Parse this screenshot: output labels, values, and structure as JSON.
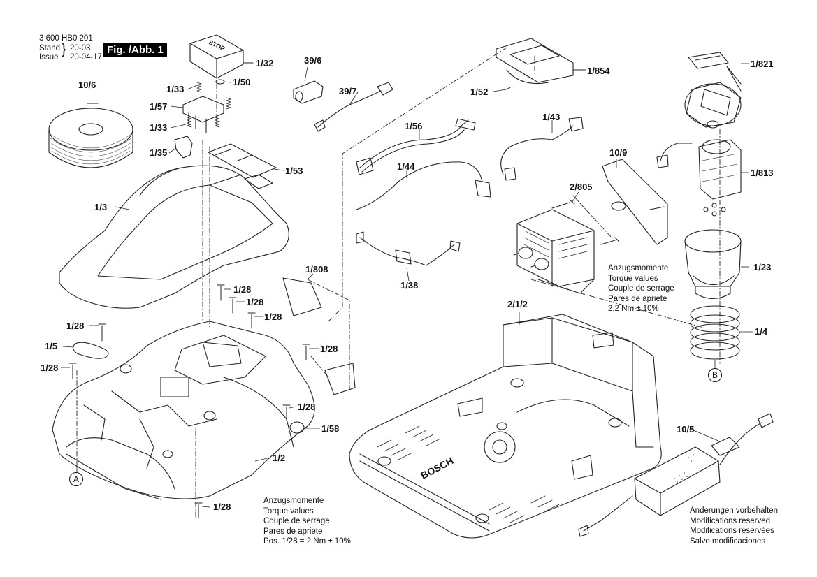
{
  "header": {
    "doc_number": "3 600 HB0 201",
    "stand_label": "Stand",
    "issue_label": "Issue",
    "stand_value": "20-03",
    "issue_value": "20-04-17",
    "fig_label": "Fig. /Abb. 1"
  },
  "parts": {
    "p10_6": "10/6",
    "p1_32": "1/32",
    "p1_33a": "1/33",
    "p1_50": "1/50",
    "p1_57": "1/57",
    "p1_33b": "1/33",
    "p1_35": "1/35",
    "p1_53": "1/53",
    "p39_6": "39/6",
    "p39_7": "39/7",
    "p1_52": "1/52",
    "p1_854": "1/854",
    "p1_821": "1/821",
    "p1_56": "1/56",
    "p1_43": "1/43",
    "p10_9": "10/9",
    "p1_813": "1/813",
    "p1_44": "1/44",
    "p2_805": "2/805",
    "p1_3": "1/3",
    "p1_38": "1/38",
    "p1_23": "1/23",
    "p1_808": "1/808",
    "p1_28a": "1/28",
    "p1_28b": "1/28",
    "p1_28c": "1/28",
    "p1_28d": "1/28",
    "p1_5": "1/5",
    "p1_28e": "1/28",
    "p1_28f": "1/28",
    "p1_28g": "1/28",
    "p1_58": "1/58",
    "p1_2": "1/2",
    "p1_28h": "1/28",
    "p2_1_2": "2/1/2",
    "p1_4": "1/4",
    "p10_5": "10/5"
  },
  "markers": {
    "a": "A",
    "b": "B"
  },
  "torque_right": {
    "line1": "Anzugsmomente",
    "line2": "Torque values",
    "line3": "Couple de serrage",
    "line4": "Pares de apriete",
    "line5": "2,2 Nm  ± 10%"
  },
  "torque_bottom": {
    "line1": "Anzugsmomente",
    "line2": "Torque values",
    "line3": "Couple de serrage",
    "line4": "Pares de apriete",
    "line5": "Pos.    1/28 = 2 Nm  ± 10%"
  },
  "footer_note": {
    "line1": "Änderungen vorbehalten",
    "line2": "Modifications reserved",
    "line3": "Modifications réservées",
    "line4": "Salvo modificaciones"
  },
  "embossed": {
    "stop_text": "STOP",
    "brand": "BOSCH"
  }
}
